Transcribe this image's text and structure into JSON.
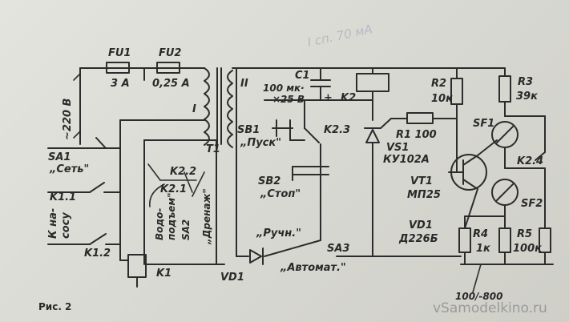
{
  "labels": {
    "mains_voltage": "~220 B",
    "fu1_name": "FU1",
    "fu1_value": "3 A",
    "fu2_name": "FU2",
    "fu2_value": "0,25 A",
    "winding_1": "I",
    "winding_2": "II",
    "transformer": "T1",
    "sa1": "SA1",
    "sa1_name": "„Сеть\"",
    "k11": "K1.1",
    "pump_1": "К на-",
    "pump_2": "сосу",
    "k12": "K1.2",
    "k1": "K1",
    "k22": "K2.2",
    "k21": "K2.1",
    "water_1": "Водо-",
    "water_2": "подъем\"",
    "sa2": "SA2",
    "drain": "„Дренаж\"",
    "vd1_left": "VD1",
    "c1": "C1",
    "c1_value_1": "100 мк·",
    "c1_value_2": "×25 B",
    "plus": "+",
    "k2": "K2",
    "sb1": "SB1",
    "sb1_name": "„Пуск\"",
    "k23": "K2.3",
    "sb2": "SB2",
    "sb2_name": "„Стоп\"",
    "manual": "„Ручн.\"",
    "auto": "„Автомат.\"",
    "sa3": "SA3",
    "r1": "R1 100",
    "vs1": "VS1",
    "vs1_type": "КУ102А",
    "vt1": "VT1",
    "vt1_type": "МП25",
    "vd1_right": "VD1",
    "vd1_type": "Д226Б",
    "r2": "R2",
    "r2_value": "10к",
    "r3": "R3",
    "r3_value": "39к",
    "sf1": "SF1",
    "k24": "K2.4",
    "sf2": "SF2",
    "r4": "R4",
    "r4_value": "1к",
    "r5": "R5",
    "r5_value": "100к",
    "bottom_note": "100/-800",
    "pencil_note": "I сп. 70 мА",
    "caption": "Рис. 2",
    "watermark": "vSamodelkino.ru"
  }
}
